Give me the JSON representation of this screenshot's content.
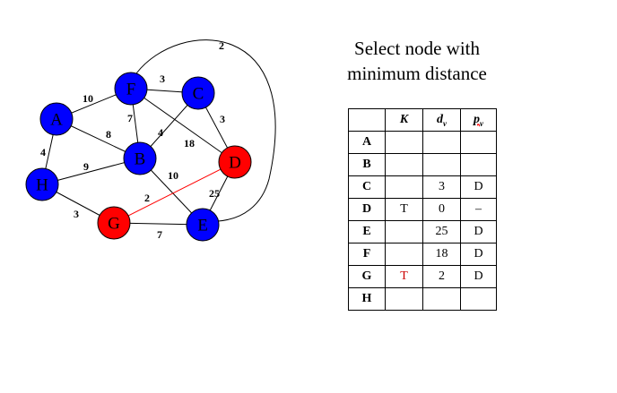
{
  "title": {
    "line1": "Select node with",
    "line2": "minimum distance"
  },
  "colors": {
    "blue": "#0000ff",
    "red": "#ff0000",
    "red_edge": "#ff0000",
    "edge": "#000000",
    "t_red": "#cc0000"
  },
  "nodes": [
    {
      "id": "A",
      "color": "blue"
    },
    {
      "id": "F",
      "color": "blue"
    },
    {
      "id": "C",
      "color": "blue"
    },
    {
      "id": "B",
      "color": "blue"
    },
    {
      "id": "D",
      "color": "red"
    },
    {
      "id": "H",
      "color": "blue"
    },
    {
      "id": "G",
      "color": "red"
    },
    {
      "id": "E",
      "color": "blue"
    }
  ],
  "edges": [
    {
      "from": "A",
      "to": "F",
      "weight": "10"
    },
    {
      "from": "F",
      "to": "C",
      "weight": "3"
    },
    {
      "from": "C",
      "to": "D",
      "weight": "3"
    },
    {
      "from": "F",
      "to": "B",
      "weight": "7"
    },
    {
      "from": "A",
      "to": "B",
      "weight": "8"
    },
    {
      "from": "C",
      "to": "B",
      "weight": "4"
    },
    {
      "from": "F",
      "to": "D",
      "weight": "18"
    },
    {
      "from": "A",
      "to": "H",
      "weight": "4"
    },
    {
      "from": "H",
      "to": "B",
      "weight": "9"
    },
    {
      "from": "B",
      "to": "E",
      "weight": "10"
    },
    {
      "from": "H",
      "to": "G",
      "weight": "3"
    },
    {
      "from": "G",
      "to": "D",
      "weight": "2",
      "highlight": true
    },
    {
      "from": "D",
      "to": "E",
      "weight": "25"
    },
    {
      "from": "G",
      "to": "E",
      "weight": "7"
    },
    {
      "from": "F",
      "to": "E",
      "weight": "2",
      "curved": true
    }
  ],
  "table": {
    "headers": {
      "k": "K",
      "d": "d",
      "d_sub": "v",
      "p": "p",
      "p_sub": "v"
    },
    "rows": [
      {
        "node": "A",
        "k": "",
        "d": "",
        "p": ""
      },
      {
        "node": "B",
        "k": "",
        "d": "",
        "p": ""
      },
      {
        "node": "C",
        "k": "",
        "d": "3",
        "p": "D"
      },
      {
        "node": "D",
        "k": "T",
        "d": "0",
        "p": "–"
      },
      {
        "node": "E",
        "k": "",
        "d": "25",
        "p": "D"
      },
      {
        "node": "F",
        "k": "",
        "d": "18",
        "p": "D"
      },
      {
        "node": "G",
        "k": "T",
        "d": "2",
        "p": "D",
        "k_color": "t_red"
      },
      {
        "node": "H",
        "k": "",
        "d": "",
        "p": ""
      }
    ]
  }
}
